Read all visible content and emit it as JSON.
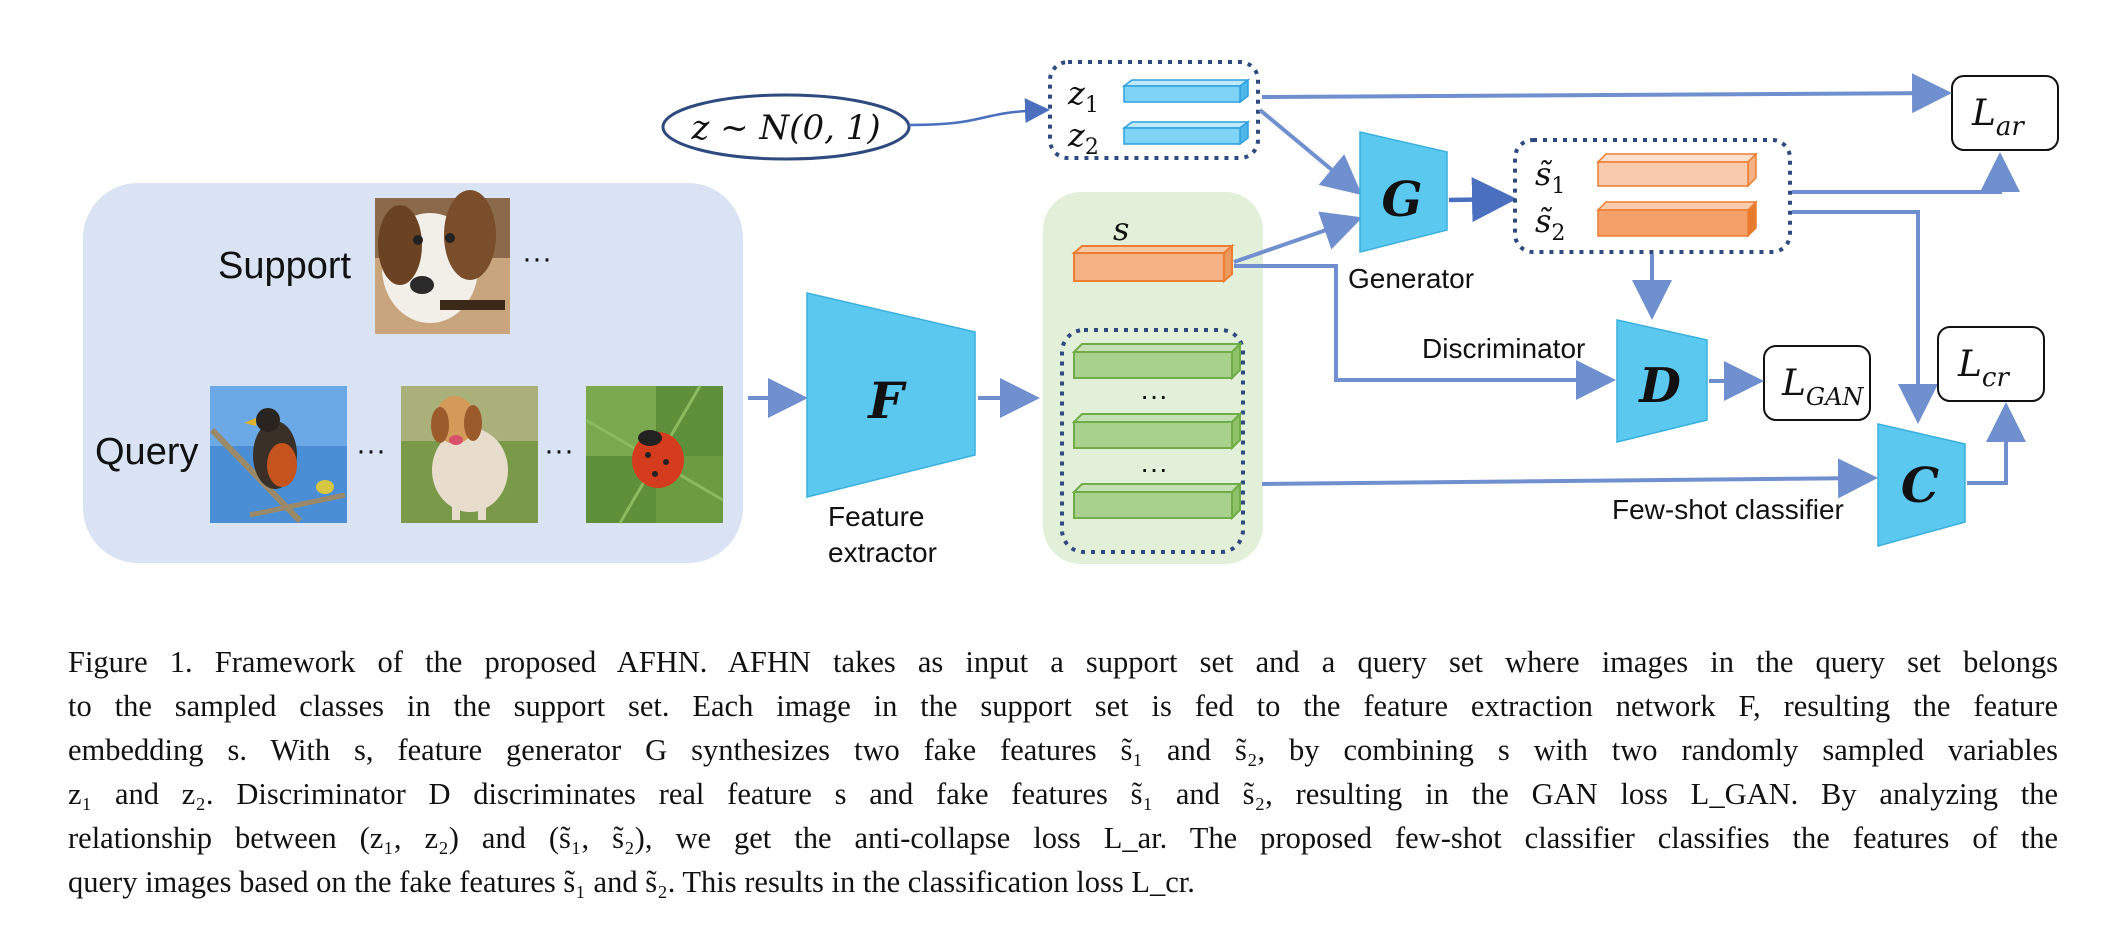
{
  "diagram": {
    "input_panel": {
      "support_label": "Support",
      "query_label": "Query",
      "ellipsis": "···"
    },
    "noise": {
      "label": "z ~ N(0, 1)",
      "z1": "z",
      "z1_sub": "1",
      "z2": "z",
      "z2_sub": "2"
    },
    "feature_extractor": {
      "symbol": "F",
      "label_line1": "Feature",
      "label_line2": "extractor"
    },
    "feature_panel": {
      "s_label": "s",
      "ellipsis": "···"
    },
    "generator": {
      "symbol": "G",
      "label": "Generator"
    },
    "fake_features": {
      "s1": "s̃",
      "s1_sub": "1",
      "s2": "s̃",
      "s2_sub": "2"
    },
    "discriminator": {
      "symbol": "D",
      "label": "Discriminator"
    },
    "classifier": {
      "symbol": "C",
      "label": "Few-shot classifier"
    },
    "losses": {
      "ar": {
        "main": "L",
        "sub": "ar"
      },
      "gan": {
        "main": "L",
        "sub": "GAN"
      },
      "cr": {
        "main": "L",
        "sub": "cr"
      }
    },
    "colors": {
      "panel_blue": "#dae3f3",
      "panel_green": "#e2f0d9",
      "module_cyan": "#5bc8ef",
      "arrow": "#6f8fcf",
      "orange": "#f4b183",
      "orange_light": "#f8cbad",
      "green_bar": "#a9d18e",
      "blue_bar": "#7fd3f5",
      "dotted_border": "#2e4a7f"
    },
    "images": [
      "beagle-dog-image",
      "robin-bird-image",
      "hound-dog-image",
      "ladybug-image"
    ]
  },
  "caption": {
    "lines": [
      "Figure 1. Framework of the proposed AFHN. AFHN takes as input a support set and a query set where images in the query set belongs",
      "to the sampled classes in the support set.  Each image in the support set is fed to the feature extraction network F, resulting the feature",
      "embedding s. With s, feature generator G synthesizes two fake features s̃₁ and s̃₂, by combining s with two randomly sampled variables",
      "z₁ and z₂. Discriminator D discriminates real feature s and fake features s̃₁ and s̃₂, resulting in the GAN loss L_GAN. By analyzing the",
      "relationship between (z₁, z₂) and (s̃₁, s̃₂), we get the anti-collapse loss L_ar. The proposed few-shot classifier classifies the features of the",
      "query images based on the fake features s̃₁ and s̃₂. This results in the classification loss L_cr."
    ]
  }
}
